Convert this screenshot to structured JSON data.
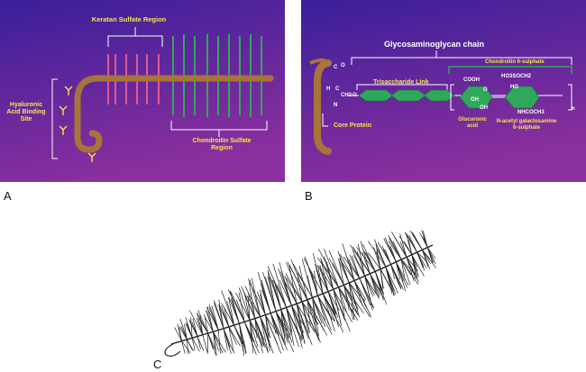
{
  "panel_a": {
    "letter": "A",
    "keratan_label": "Keratan Sulfate Region",
    "hyaluronic_label": "Hyaluronic Acid Binding Site",
    "chondroitin_label": "Chondroitin Sulfate Region",
    "colors": {
      "bg_top": "#3a1f9a",
      "bg_bottom": "#8a2f9e",
      "core": "#a8743a",
      "keratan": "#e2588f",
      "chondroitin": "#2fa85a",
      "label": "#f5e84a"
    }
  },
  "panel_b": {
    "letter": "B",
    "gag_label": "Glycosaminoglycan chain",
    "chondroitin6_label": "Chondroitin 6-sulphate",
    "trisaccharide_label": "Trisaccharide Link",
    "core_protein_label": "Core Protein",
    "glucuronic_label": "Glucuronic acid",
    "galactosamine_label": "N-acetyl galactosamine 6-sulphate",
    "cooh": "COOH",
    "hso3": "HO3SOCH2",
    "nhcoch3": "NHCOCH3",
    "oh": "OH",
    "ho": "HO",
    "o": "O",
    "n": "n",
    "chem_c": "C",
    "chem_o": "O",
    "chem_h": "H",
    "chem_ch2": "CH2",
    "chem_n": "N",
    "colors": {
      "sugar": "#2fa85a",
      "core": "#a8743a"
    }
  },
  "panel_c": {
    "letter": "C"
  }
}
